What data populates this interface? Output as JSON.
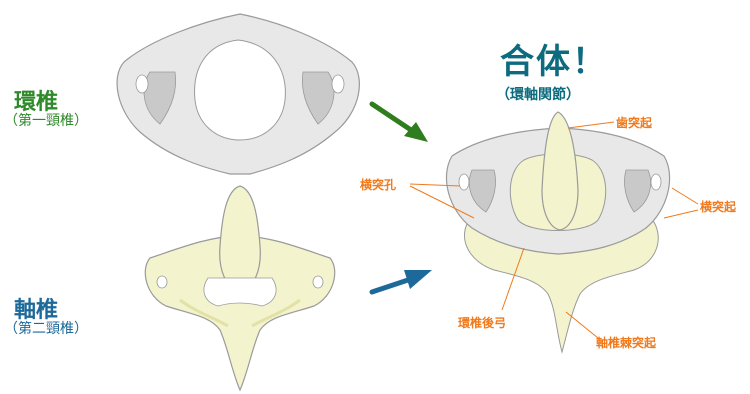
{
  "atlas": {
    "name": "環椎",
    "alt": "（第一頸椎）"
  },
  "axis": {
    "name": "軸椎",
    "alt": "（第二頸椎）"
  },
  "combined": {
    "title": "合体！",
    "subtitle": "（環軸関節）"
  },
  "labels": {
    "dens": "歯突起",
    "transverse_foramen": "横突孔",
    "transverse_process": "横突起",
    "atlas_posterior_arch": "環椎後弓",
    "axis_spinous_process": "軸椎棘突起"
  },
  "colors": {
    "atlas_fill": "#e8e8e8",
    "atlas_dark": "#c9c9c9",
    "axis_fill": "#f3f3cd",
    "axis_dark": "#e2e2a8",
    "arrow_green": "#2f7d1e",
    "arrow_blue": "#1d6a9a",
    "label_orange": "#f07a1c"
  }
}
